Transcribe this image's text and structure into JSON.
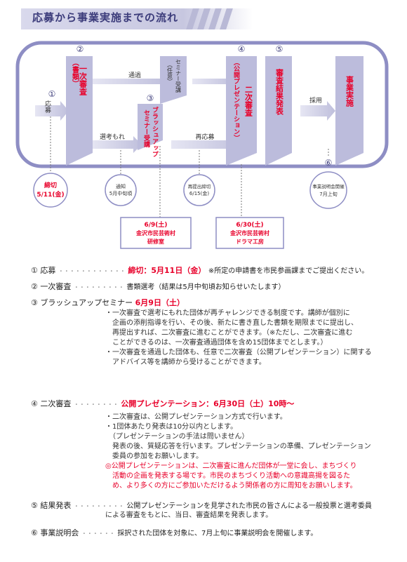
{
  "title": "応募から事業実施までの流れ",
  "colors": {
    "accent": "#3b3b7a",
    "red": "#e8002a",
    "frame": "#8e8ec4",
    "panel": "#bcbcdc",
    "arrow": "#c9c9e3"
  },
  "diagram": {
    "n1": "①",
    "n2": "②",
    "n3": "③",
    "n4": "④",
    "n5": "⑤",
    "n6": "⑥",
    "oubo": "応募",
    "ichiji": "一次審査",
    "ichiji_sub": "（書類）",
    "tsuka": "通過",
    "seminar_opt": "セミナー受講",
    "seminar_opt_sub": "（任意）",
    "niji_title": "二次審査",
    "niji_sub": "（公開プレゼンテーション）",
    "kekka": "審査結果発表",
    "saiyo": "採用",
    "jigyo": "事業実施",
    "senko": "選考もれ",
    "brush1": "ブラッシュアップ",
    "brush2": "セミナー受講",
    "saioubo": "再応募",
    "deadline_label": "締切",
    "deadline_date": "5/11(金)",
    "tsuchi_label": "通知",
    "tsuchi_date": "5月中旬頃",
    "saiteishutsu_label": "再提出締切",
    "saiteishutsu_date": "6/15(金)",
    "setsumeikai_label": "事業説明会開催",
    "setsumeikai_date": "7月上旬",
    "box1_date": "6/9(土)",
    "box1_place1": "金沢市民芸術村",
    "box1_place2": "研修室",
    "box2_date": "6/30(土)",
    "box2_place1": "金沢市民芸術村",
    "box2_place2": "ドラマ工房"
  },
  "steps": {
    "s1": {
      "label": "① 応募",
      "dots": "・・・・・・・・・・・・",
      "red": "締切：5月11日（金）",
      "note": "※所定の申請書を市民参画課までご提出ください。"
    },
    "s2": {
      "label": "② 一次審査",
      "dots": "・・・・・・・・・",
      "text": "書類選考（結果は5月中旬頃お知らせいたします）"
    },
    "s3": {
      "label": "③ ブラッシュアップセミナー",
      "red": "6月9日（土）",
      "lines": [
        "・一次審査で選考にもれた団体が再チャレンジできる制度です。講師が個別に",
        "　企画の添削指導を行い、その後、新たに書き直した書類を期限までに提出し、",
        "　再提出すれば、二次審査に進むことができます。（※ただし、二次審査に進む",
        "　ことができるのは、一次審査通過団体を含め15団体までとします。）",
        "・一次審査を通過した団体も、任意で二次審査（公開プレゼンテーション）に関する",
        "　アドバイス等を講師から受けることができます。"
      ]
    },
    "s4": {
      "label": "④ 二次審査",
      "dots": "・・・・・・・・",
      "red": "公開プレゼンテーション：6月30日（土）10時～",
      "lines": [
        "・二次審査は、公開プレゼンテーション方式で行います。",
        "・1団体あたり発表は10分以内とします。",
        "　（プレゼンテーションの手法は問いません）",
        "　発表の後、質疑応答を行います。プレゼンテーションの準備、プレゼンテーション",
        "　委員の参加をお願いします。"
      ],
      "red_lines": [
        "◎公開プレゼンテーションは、二次審査に進んだ団体が一堂に会し、まちづくり",
        "　活動の企画を発表する場です。市民のまちづくり活動への意識高揚を図るた",
        "　め、より多くの方にご参加いただけるよう関係者の方に周知をお願いします。"
      ]
    },
    "s5": {
      "label": "⑤ 結果発表",
      "dots": "・・・・・・・・・",
      "lines": [
        "公開プレゼンテーションを見学された市民の皆さんによる一般投票と選考委員",
        "による審査をもとに、当日、審査結果を発表します。"
      ]
    },
    "s6": {
      "label": "⑥ 事業説明会",
      "dots": "・・・・・・",
      "text": "採択された団体を対象に、7月上旬に事業説明会を開催します。"
    }
  }
}
